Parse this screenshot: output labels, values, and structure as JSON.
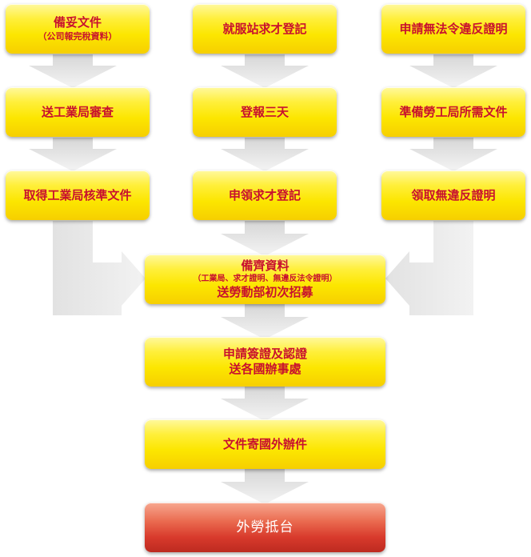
{
  "flow": {
    "left": {
      "step1": "備妥文件",
      "step1_note": "（公司報完稅資料）",
      "step2": "送工業局審查",
      "step3": "取得工業局核準文件"
    },
    "middle": {
      "step1": "就服站求才登記",
      "step2": "登報三天",
      "step3": "申領求才登記"
    },
    "right": {
      "step1": "申請無法令違反證明",
      "step2": "準備勞工局所需文件",
      "step3": "領取無違反證明"
    },
    "merge": {
      "line1": "備齊資料",
      "line2": "（工業局、求才證明、無違反法令證明）",
      "line3": "送勞動部初次招募"
    },
    "visa": {
      "line1": "申請簽證及認證",
      "line2": "送各國辦事處"
    },
    "mail": {
      "line1": "文件寄國外辦件"
    },
    "final": {
      "line1": "外勞抵台"
    }
  },
  "colors": {
    "box_yellow": "#fce600",
    "box_text": "#c8102e",
    "final_red": "#d83a2c",
    "arrow_gray": "#e8e8e8"
  }
}
